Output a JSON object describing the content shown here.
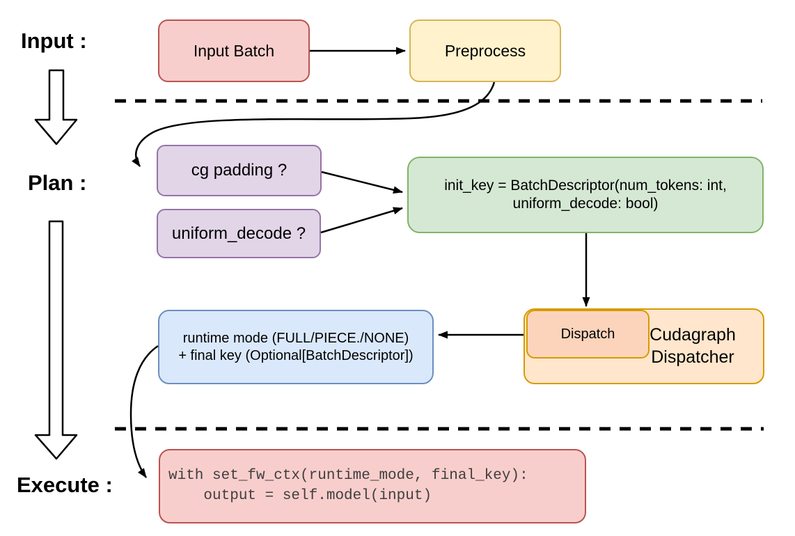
{
  "labels": {
    "input": "Input :",
    "plan": "Plan :",
    "execute": "Execute :"
  },
  "nodes": {
    "input_batch": "Input Batch",
    "preprocess": "Preprocess",
    "cg_padding": "cg padding ?",
    "uniform_decode": "uniform_decode ?",
    "init_key": {
      "line1": "init_key = BatchDescriptor(num_tokens: int,",
      "line2": "uniform_decode: bool)"
    },
    "dispatch": "Dispatch",
    "cudagraph_dispatcher": "Cudagraph Dispatcher",
    "runtime": {
      "line1": "runtime mode (FULL/PIECE./NONE)",
      "line2": "+ final key (Optional[BatchDescriptor])"
    },
    "code": {
      "line1": "with set_fw_ctx(runtime_mode, final_key):",
      "line2": "    output = self.model(input)"
    }
  },
  "palette": {
    "red_fill": "#f8cecc",
    "red_stroke": "#b85450",
    "yellow_fill": "#fff2cc",
    "yellow_stroke": "#d6b656",
    "purple_fill": "#e1d5e7",
    "purple_stroke": "#9673a6",
    "green_fill": "#d5e8d4",
    "green_stroke": "#82b366",
    "blue_fill": "#dae8fc",
    "blue_stroke": "#6c8ebf",
    "orange_fill": "#ffe6cc",
    "orange_inner_fill": "#fcd4bc",
    "orange_stroke": "#d79b00",
    "line_color": "#000000"
  }
}
